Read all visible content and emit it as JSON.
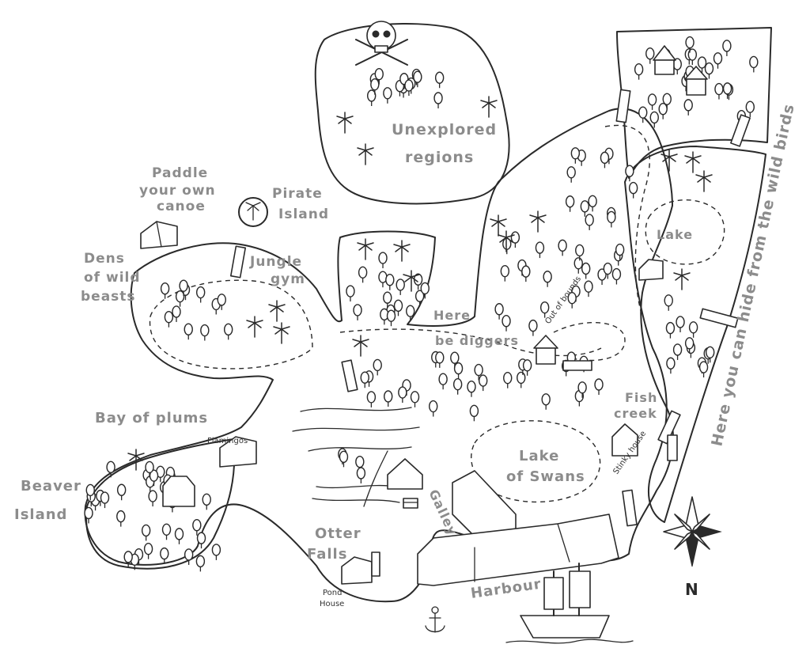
{
  "labels": {
    "unexplored_regions": [
      "Unexplored",
      "regions"
    ],
    "paddle_canoe": [
      "Paddle",
      "your own",
      "canoe"
    ],
    "pirate_island": [
      "Pirate",
      "Island"
    ],
    "dens_wild_beasts": [
      "Dens",
      "of wild",
      "beasts"
    ],
    "jungle_gym": [
      "Jungle",
      "gym"
    ],
    "lake": "Lake",
    "here_be_diggers": [
      "Here",
      "be diggers"
    ],
    "out_of_bounds": "Out of bounds",
    "fish_creek": [
      "Fish",
      "creek"
    ],
    "bay_of_plums": "Bay of plums",
    "flamingos": "Flamingos",
    "beaver_island": [
      "Beaver",
      "Island"
    ],
    "lake_of_swans": [
      "Lake",
      "of Swans"
    ],
    "stinky_house": "Stinky house",
    "galley": "Galley",
    "otter_falls": [
      "Otter",
      "Falls"
    ],
    "pond_house": [
      "Pond",
      "House"
    ],
    "harbour": "Harbour",
    "wild_birds": "Here you can hide from the wild birds",
    "north": "N"
  },
  "icons": {
    "skull": "skull-crossbones-icon",
    "compass": "compass-rose-icon",
    "ship": "pirate-ship-icon",
    "anchor": "anchor-icon",
    "treasure": "treasure-chest-icon"
  },
  "colors": {
    "ink": "#2a2a2a",
    "label": "#8c8c8c",
    "paper": "#ffffff"
  }
}
